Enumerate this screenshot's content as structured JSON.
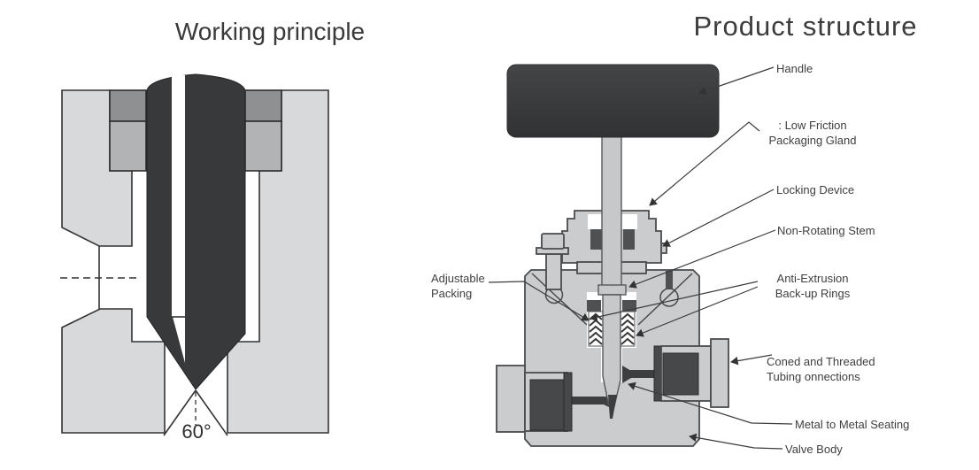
{
  "left_panel": {
    "title": "Working principle",
    "angle_label": "60°"
  },
  "right_panel": {
    "title": "Product structure",
    "labels": {
      "handle": "Handle",
      "low_friction": ": Low Friction\nPackaging Gland",
      "locking_device": "Locking Device",
      "non_rotating_stem": "Non-Rotating Stem",
      "anti_extrusion": "Anti-Extrusion\nBack-up Rings",
      "adjustable_packing": "Adjustable\nPacking",
      "coned_threaded": "Coned and Threaded\nTubing onnections",
      "metal_seating": "Metal to Metal Seating",
      "valve_body": "Valve Body"
    }
  },
  "palette": {
    "background": "#ffffff",
    "figure_light_gray": "#d8d9da",
    "figure_mid_gray": "#b2b3b5",
    "figure_gray": "#8e9091",
    "valve_gray": "#cbcccd",
    "dark_metal": "#37393b",
    "outline": "#3a3a3a",
    "label_text": "#3f3f3f"
  }
}
